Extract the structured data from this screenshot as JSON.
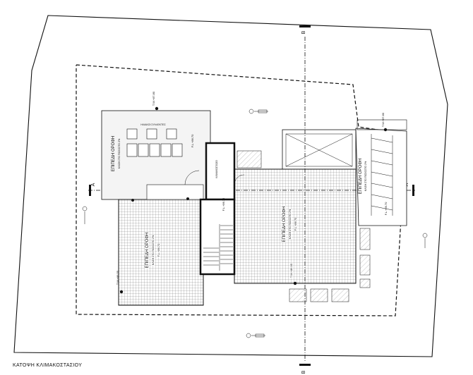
{
  "caption": "ΚΑΤΟΨΗ ΚΛΙΜΑΚΟΣΤΑΣΙΟΥ",
  "section_markers": {
    "a": "A",
    "b": "B"
  },
  "roofs": {
    "nw": {
      "title": "ΕΠΙΠΕΔΗ ΟΡΟΦΗ",
      "note": "ΚΛΙΣΗ ΣΤΟ ΠΟΣΟΣΤΟ 2%",
      "level": "F.L.+86.70",
      "panels_label": "ΗΛΙΑΚΟΙ ΣΥΛΛΕΚΤΕΣ",
      "tw_level": "T.W.+87.80"
    },
    "sw": {
      "title": "ΕΠΙΠΕΔΗ ΟΡΟΦΗ",
      "note": "ΚΛΙΣΗ ΣΤΟ ΠΟΣΟΣΤΟ 2%",
      "level": "F.L.+86.70",
      "tw_level": "T.W.+86.55"
    },
    "center": {
      "title": "ΕΠΙΠΕΔΗ ΟΡΟΦΗ",
      "note": "ΚΛΙΣΗ ΣΤΟ ΠΟΣΟΣΤΟ 2%",
      "level": "F.L.+86.70",
      "tw_level": "T.W.+86.95"
    },
    "east": {
      "title": "ΕΠΙΠΕΔΗ ΟΡΟΦΗ",
      "note": "ΚΛΙΣΗ ΣΤΟ ΠΟΣΟΣΤΟ 2%",
      "level": "F.L.+86.70",
      "tw_level": "T.W.+87.80"
    }
  },
  "stair": {
    "level": "F.L.+86.75",
    "label": "ΚΛΙΜΑΚΟΣΤΑΣΙΟ"
  },
  "colors": {
    "line": "#111111",
    "grid": "#444444",
    "hatch": "#777777"
  },
  "icons": [
    "north-arrow-icon",
    "grid-bubble-icon"
  ]
}
